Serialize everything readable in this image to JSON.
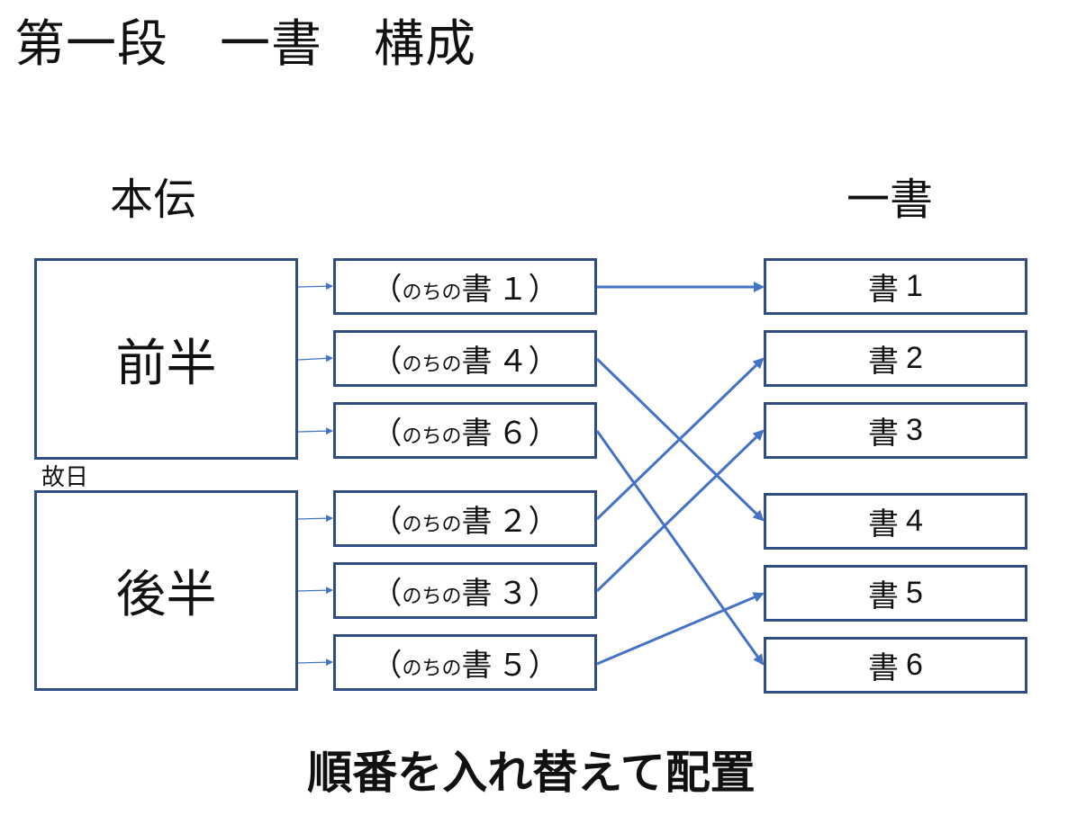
{
  "title": "第一段　一書　構成",
  "left_heading": "本伝",
  "right_heading": "一書",
  "left_blocks": [
    {
      "id": "first-half",
      "label": "前半"
    },
    {
      "id": "second-half",
      "label": "後半"
    }
  ],
  "note": "故日",
  "middle_items": [
    {
      "open": "（",
      "small": "のちの",
      "book": "書",
      "num": "１",
      "close": "）"
    },
    {
      "open": "（",
      "small": "のちの",
      "book": "書",
      "num": "４",
      "close": "）"
    },
    {
      "open": "（",
      "small": "のちの",
      "book": "書",
      "num": "６",
      "close": "）"
    },
    {
      "open": "（",
      "small": "のちの",
      "book": "書",
      "num": "２",
      "close": "）"
    },
    {
      "open": "（",
      "small": "のちの",
      "book": "書",
      "num": "３",
      "close": "）"
    },
    {
      "open": "（",
      "small": "のちの",
      "book": "書",
      "num": "５",
      "close": "）"
    }
  ],
  "right_items": [
    {
      "book": "書",
      "num": "1"
    },
    {
      "book": "書",
      "num": "2"
    },
    {
      "book": "書",
      "num": "3"
    },
    {
      "book": "書",
      "num": "4"
    },
    {
      "book": "書",
      "num": "5"
    },
    {
      "book": "書",
      "num": "6"
    }
  ],
  "mapping": [
    {
      "from_middle": 0,
      "to_right": 0
    },
    {
      "from_middle": 1,
      "to_right": 3
    },
    {
      "from_middle": 2,
      "to_right": 5
    },
    {
      "from_middle": 3,
      "to_right": 1
    },
    {
      "from_middle": 4,
      "to_right": 2
    },
    {
      "from_middle": 5,
      "to_right": 4
    }
  ],
  "caption": "順番を入れ替えて配置",
  "colors": {
    "box_border": "#2f4d7e",
    "arrow": "#4472c4"
  }
}
